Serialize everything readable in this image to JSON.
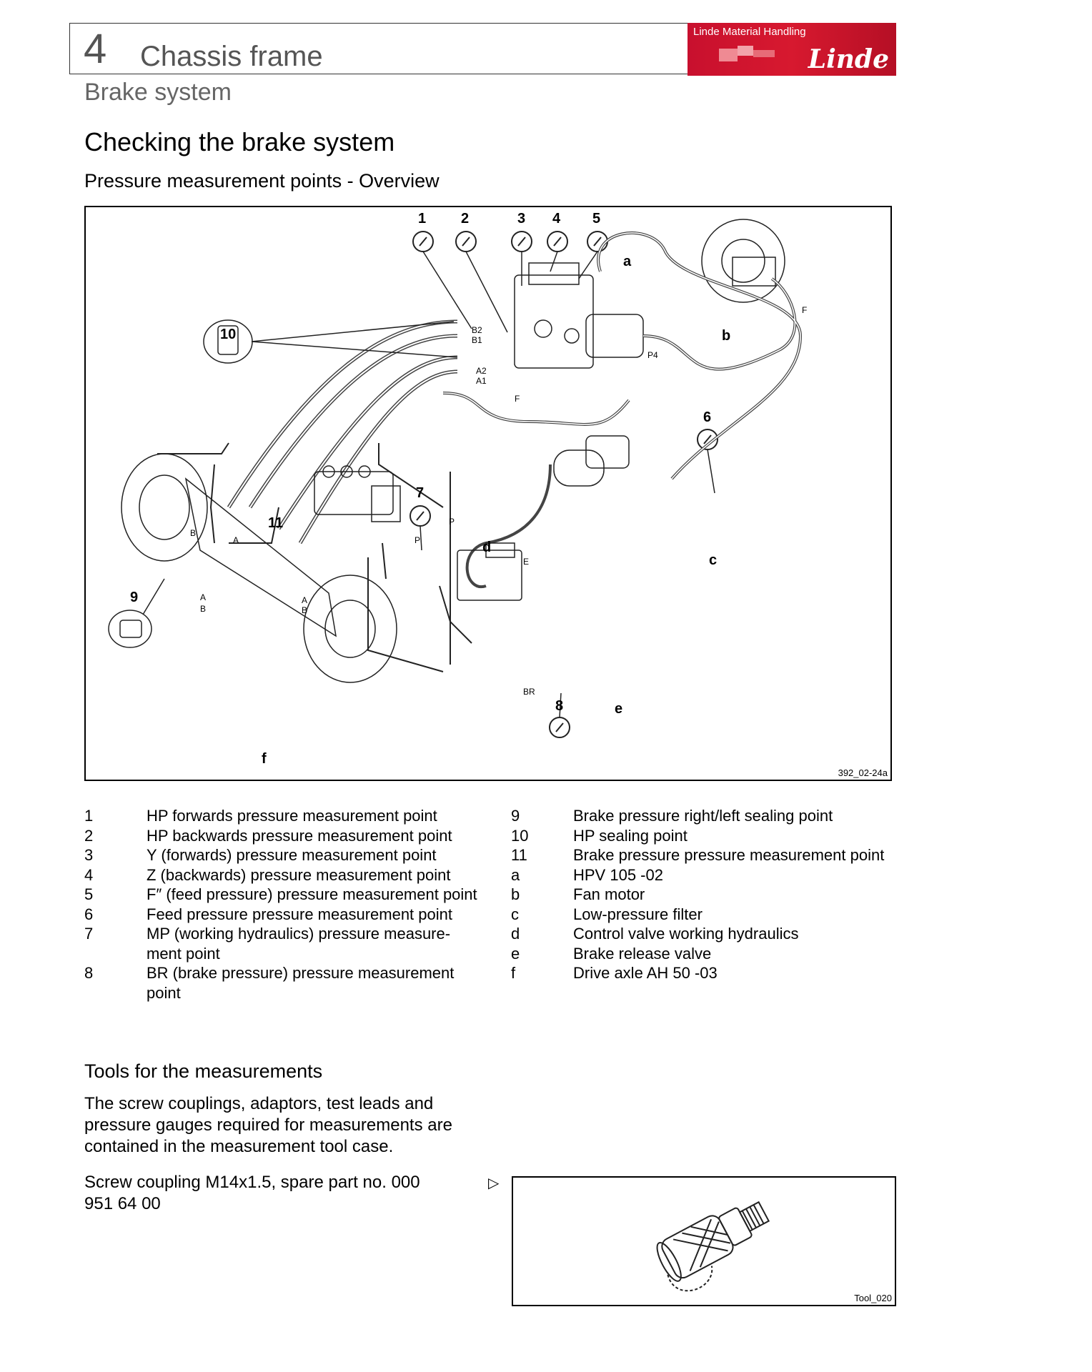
{
  "header": {
    "chapter_number": "4",
    "chapter_title": "Chassis frame",
    "brand_small": "Linde Material Handling",
    "brand_logo": "Linde"
  },
  "section": "Brake system",
  "title": "Checking the brake system",
  "subtitle": "Pressure measurement points - Overview",
  "diagram": {
    "figure_ref": "392_02-24a",
    "labels": [
      "1",
      "2",
      "3",
      "4",
      "5",
      "6",
      "7",
      "8",
      "9",
      "10",
      "11",
      "a",
      "b",
      "c",
      "d",
      "e",
      "f"
    ]
  },
  "legend_left": [
    {
      "key": "1",
      "text": "HP forwards pressure measurement point"
    },
    {
      "key": "2",
      "text": "HP backwards pressure measurement point"
    },
    {
      "key": "3",
      "text": "Y (forwards) pressure measurement point"
    },
    {
      "key": "4",
      "text": "Z (backwards) pressure measurement point"
    },
    {
      "key": "5",
      "text": "F″ (feed pressure) pressure measurement point"
    },
    {
      "key": "6",
      "text": "Feed pressure pressure measurement point"
    },
    {
      "key": "7",
      "text": "MP (working hydraulics) pressure measure-ment point"
    },
    {
      "key": "8",
      "text": "BR (brake pressure) pressure measurement point"
    }
  ],
  "legend_right": [
    {
      "key": "9",
      "text": "Brake pressure right/left sealing point"
    },
    {
      "key": "10",
      "text": "HP sealing point"
    },
    {
      "key": "11",
      "text": "Brake pressure pressure measurement point"
    },
    {
      "key": "a",
      "text": "HPV 105 -02"
    },
    {
      "key": "b",
      "text": "Fan motor"
    },
    {
      "key": "c",
      "text": "Low-pressure filter"
    },
    {
      "key": "d",
      "text": "Control valve working hydraulics"
    },
    {
      "key": "e",
      "text": "Brake release valve"
    },
    {
      "key": "f",
      "text": "Drive axle AH 50 -03"
    }
  ],
  "tools": {
    "title": "Tools for the measurements",
    "text": "The screw couplings, adaptors, test leads and pressure gauges required for measurements are contained in the measurement tool case.",
    "coupling": "Screw coupling M14x1.5, spare part no. 000 951 64 00",
    "marker": "▷",
    "figure_ref": "Tool_020"
  }
}
